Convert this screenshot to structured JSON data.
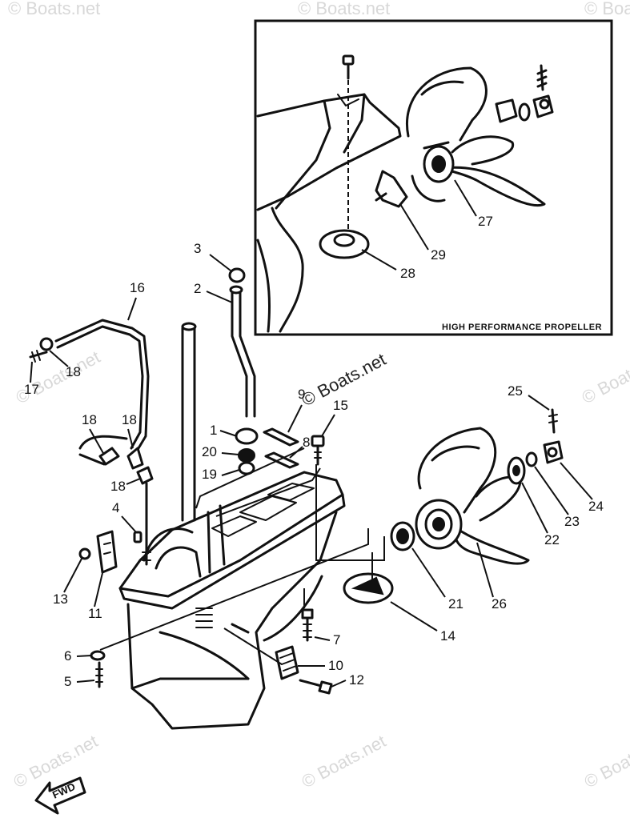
{
  "diagram": {
    "inset_caption": "HIGH PERFORMANCE PROPELLER",
    "forward_label": "FWD",
    "watermark": "© Boats.net",
    "callouts": [
      "1",
      "2",
      "3",
      "4",
      "5",
      "6",
      "7",
      "8",
      "9",
      "10",
      "11",
      "12",
      "13",
      "14",
      "15",
      "16",
      "17",
      "18",
      "19",
      "20",
      "21",
      "22",
      "23",
      "24",
      "25",
      "26",
      "27",
      "28",
      "29"
    ]
  }
}
